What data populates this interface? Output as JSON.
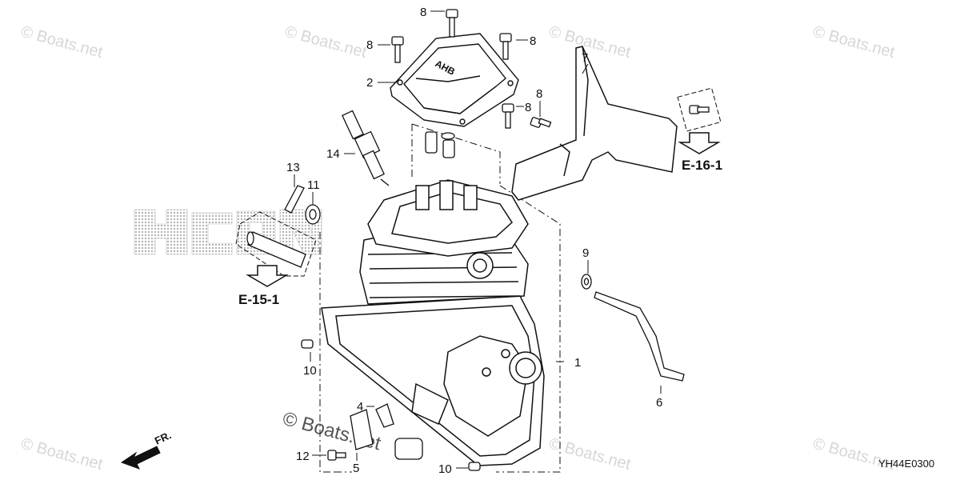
{
  "watermark": "© Boats.net",
  "watermark_center": "© Boats.net",
  "part_labels": [
    "1",
    "2",
    "4",
    "5",
    "6",
    "7",
    "8",
    "8",
    "8",
    "8",
    "8",
    "9",
    "10",
    "10",
    "11",
    "12",
    "13",
    "14"
  ],
  "refs": {
    "e16": "E-16-1",
    "e15": "E-15-1"
  },
  "front": "FR.",
  "diagram_code": "YH44E0300",
  "cover_text": "AHB"
}
